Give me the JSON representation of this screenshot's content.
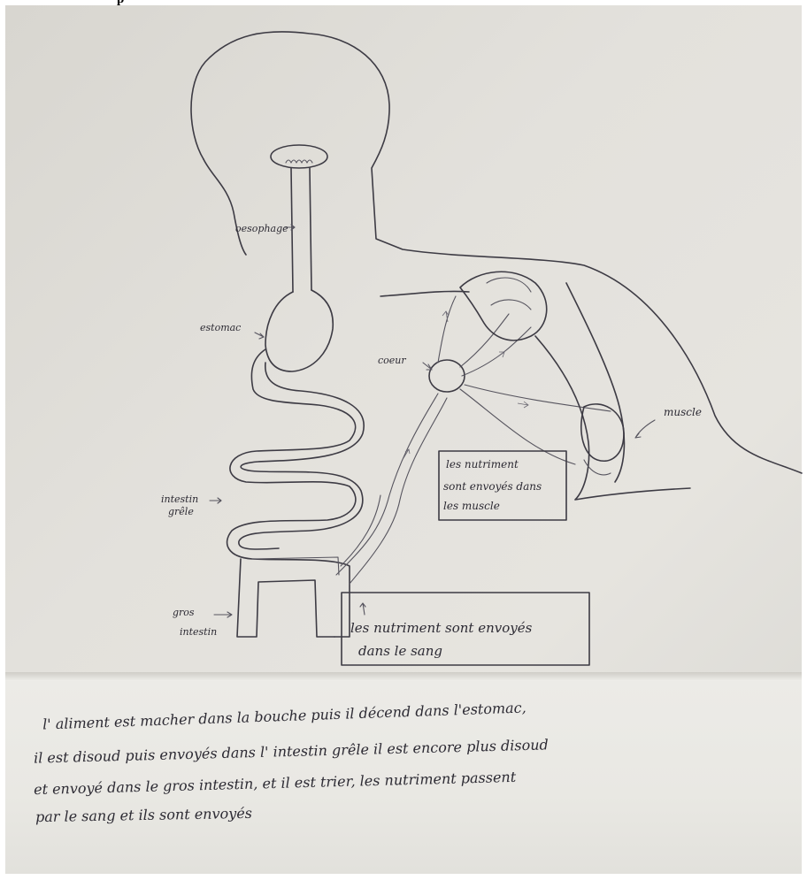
{
  "header_text": "p",
  "labels": {
    "oesophage": "oesophage",
    "estomac": "estomac",
    "intestin_grele_1": "intestin",
    "intestin_grele_2": "grêle",
    "gros_intestin_1": "gros",
    "gros_intestin_2": "intestin",
    "coeur": "coeur",
    "muscle": "muscle"
  },
  "boxes": {
    "muscle_note": [
      "les nutriment",
      "sont envoyés dans",
      "les muscle"
    ],
    "sang_note": [
      "les nutriment sont envoyés",
      "dans le sang"
    ]
  },
  "paragraph": [
    "l' aliment est macher dans la bouche puis il décend dans l'estomac,",
    "il est disoud puis envoyés dans l' intestin grêle il est encore plus disoud",
    "et envoyé dans le gros intestin, et il est trier, les nutriment passent",
    "par le sang et ils sont envoyés"
  ],
  "colors": {
    "ink": "#3d3b44",
    "paper": "#e3e1dc"
  }
}
